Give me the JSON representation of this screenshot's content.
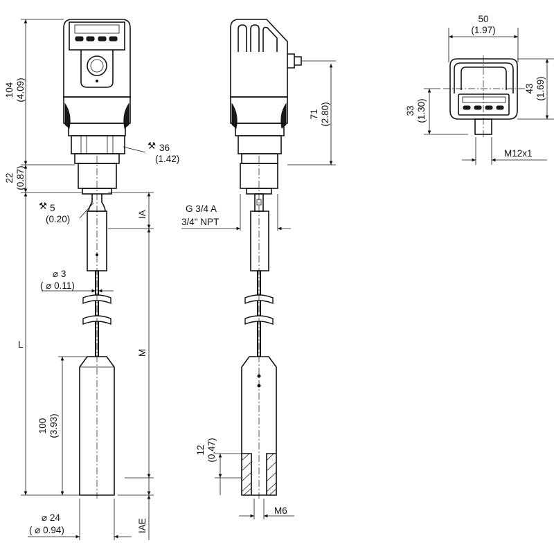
{
  "front_view": {
    "dim_height_housing": "104",
    "dim_height_housing_in": "(4.09)",
    "dim_thread_len": "22",
    "dim_thread_len_in": "(0.87)",
    "dim_wrench_36": "36",
    "dim_wrench_36_in": "(1.42)",
    "dim_wrench_5": "5",
    "dim_wrench_5_in": "(0.20)",
    "dim_cable": "⌀ 3",
    "dim_cable_in": "( ⌀ 0.11)",
    "dim_L": "L",
    "dim_M": "M",
    "dim_IA": "IA",
    "dim_IAE": "IAE",
    "dim_weight_len": "100",
    "dim_weight_len_in": "(3.93)",
    "dim_weight_dia": "⌀ 24",
    "dim_weight_dia_in": "( ⌀ 0.94)"
  },
  "side_view": {
    "dim_height": "71",
    "dim_height_in": "(2.80)",
    "thread_g": "G 3/4 A",
    "thread_npt": "3/4\" NPT",
    "dim_bore": "12",
    "dim_bore_in": "(0.47)",
    "dim_m6": "M6"
  },
  "top_view": {
    "dim_width": "50",
    "dim_width_in": "(1.97)",
    "dim_height": "43",
    "dim_height_in": "(1.69)",
    "dim_conn_height": "33",
    "dim_conn_height_in": "(1.30)",
    "dim_connector": "M12x1"
  }
}
